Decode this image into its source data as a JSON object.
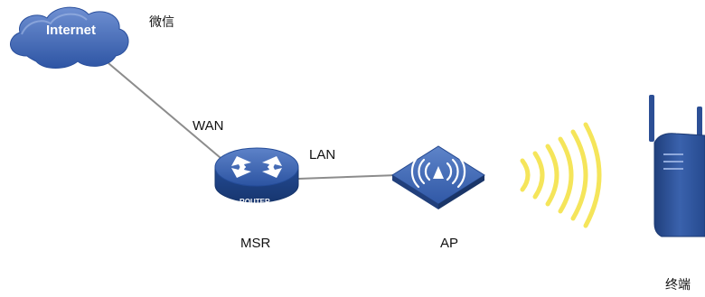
{
  "labels": {
    "cloud": "Internet",
    "weixin": "微信",
    "wan": "WAN",
    "lan": "LAN",
    "router_badge": "ROUTER",
    "msr": "MSR",
    "ap": "AP",
    "terminal": "终端"
  },
  "icons": {
    "cloud": "internet-cloud-icon",
    "router": "router-icon",
    "ap": "wireless-access-point-icon",
    "waves": "wifi-signal-waves-icon",
    "terminal": "terminal-device-icon"
  },
  "colors": {
    "cloud_fill": "#3f67b5",
    "router_fill": "#2f57a5",
    "ap_fill": "#3560ae",
    "link": "#8c8c8c",
    "wave": "#f5e55a",
    "terminal": "#2c4f95"
  }
}
